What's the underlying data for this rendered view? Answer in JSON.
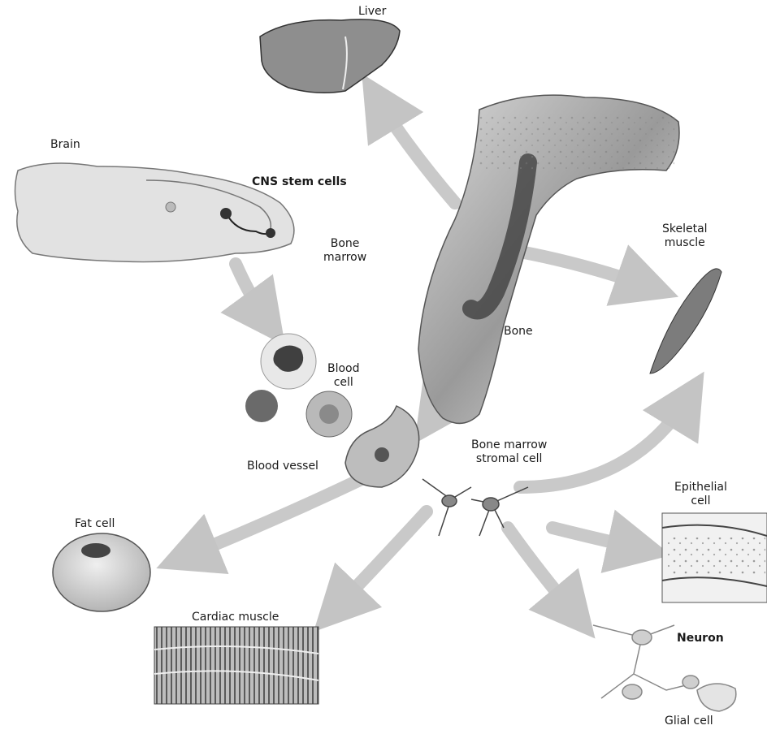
{
  "labels": {
    "liver": "Liver",
    "brain": "Brain",
    "cns_stem_cells": "CNS stem cells",
    "bone_marrow_line1": "Bone",
    "bone_marrow_line2": "marrow",
    "skeletal_muscle_line1": "Skeletal",
    "skeletal_muscle_line2": "muscle",
    "bone": "Bone",
    "blood_cell_line1": "Blood",
    "blood_cell_line2": "cell",
    "blood_vessel": "Blood vessel",
    "stromal_line1": "Bone marrow",
    "stromal_line2": "stromal cell",
    "epithelial_line1": "Epithelial",
    "epithelial_line2": "cell",
    "fat_cell": "Fat cell",
    "cardiac_muscle": "Cardiac muscle",
    "neuron": "Neuron",
    "glial_cell": "Glial cell"
  },
  "colors": {
    "arrow": "#c9c9c9",
    "tissue_dark": "#4a4a4a",
    "tissue_mid": "#8a8a8a",
    "tissue_light": "#d8d8d8"
  }
}
